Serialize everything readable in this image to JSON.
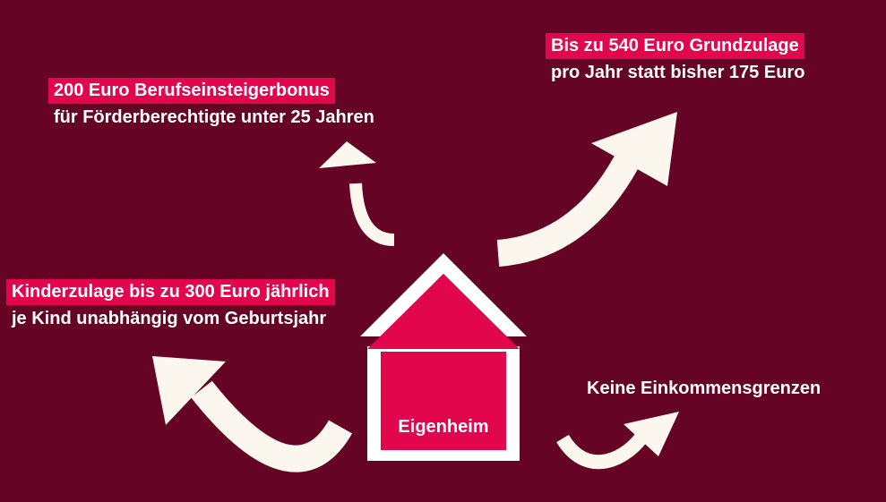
{
  "colors": {
    "background": "#650424",
    "highlight": "#e2064c",
    "arrow": "#fbf6ee",
    "house_fill": "#e2064c",
    "house_outline": "#ffffff",
    "text": "#ffffff"
  },
  "house": {
    "label": "Eigenheim",
    "icon": "house-icon"
  },
  "benefits": {
    "berufseinsteiger": {
      "headline": "200 Euro Berufseinsteigerbonus",
      "detail": "für Förderberechtigte unter 25 Jahren"
    },
    "grundzulage": {
      "headline": "Bis zu 540 Euro Grundzulage",
      "detail": "pro Jahr statt bisher 175 Euro"
    },
    "kinderzulage": {
      "headline": "Kinderzulage bis zu 300 Euro jährlich",
      "detail": "je Kind unabhängig vom Geburtsjahr"
    },
    "einkommen": {
      "detail": "Keine Einkommensgrenzen"
    }
  }
}
